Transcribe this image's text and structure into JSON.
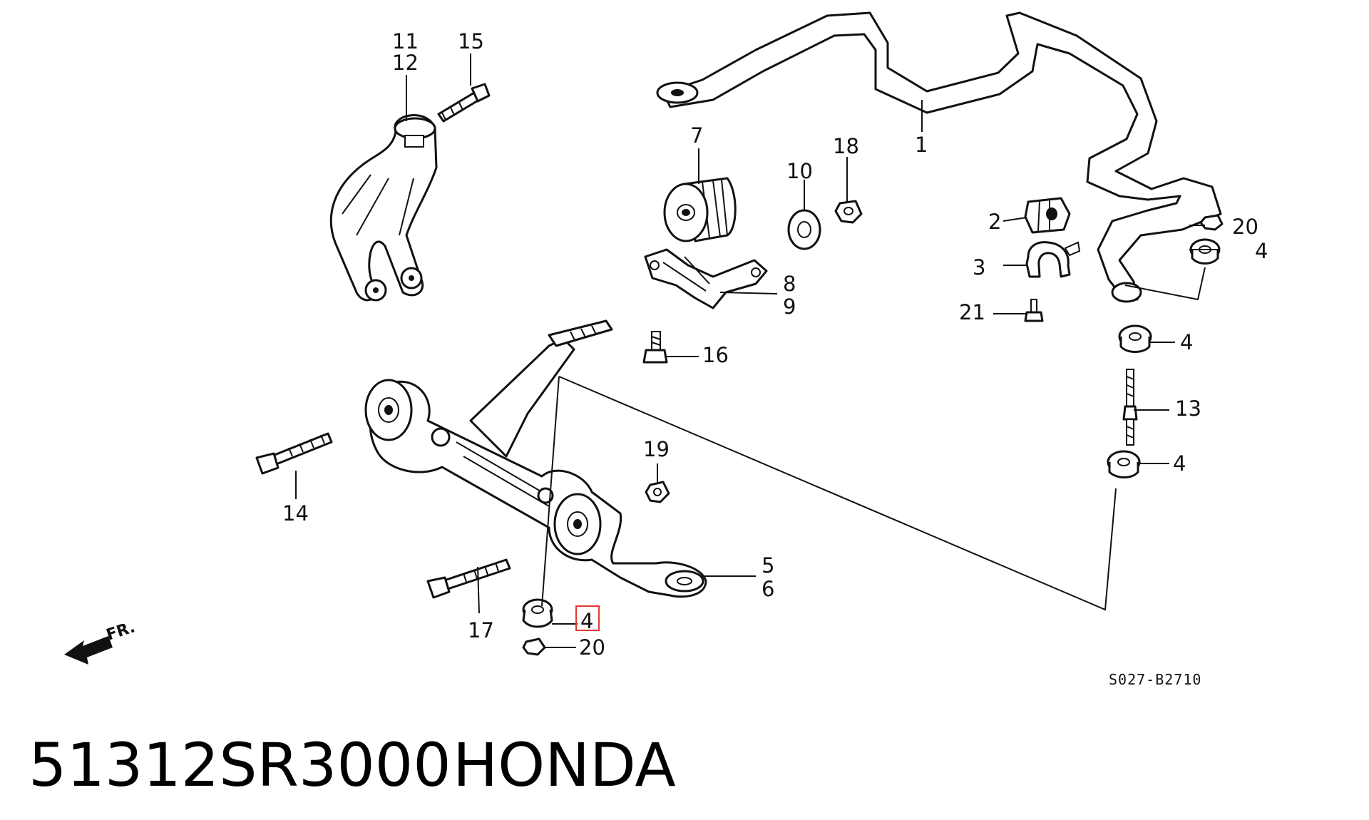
{
  "diagram_code": "S027-B2710",
  "direction_label": "FR.",
  "part_number": "51312SR3000",
  "brand": "HONDA",
  "highlight_color": "#e53935",
  "callouts": {
    "n1": "1",
    "n2": "2",
    "n3": "3",
    "n4a": "4",
    "n4b": "4",
    "n4c": "4",
    "n4d": "4",
    "n5": "5",
    "n6": "6",
    "n7": "7",
    "n8": "8",
    "n9": "9",
    "n10": "10",
    "n11": "11",
    "n12": "12",
    "n13": "13",
    "n14": "14",
    "n15": "15",
    "n16": "16",
    "n17": "17",
    "n18": "18",
    "n19": "19",
    "n20a": "20",
    "n20b": "20",
    "n21": "21",
    "highlighted": "4"
  }
}
